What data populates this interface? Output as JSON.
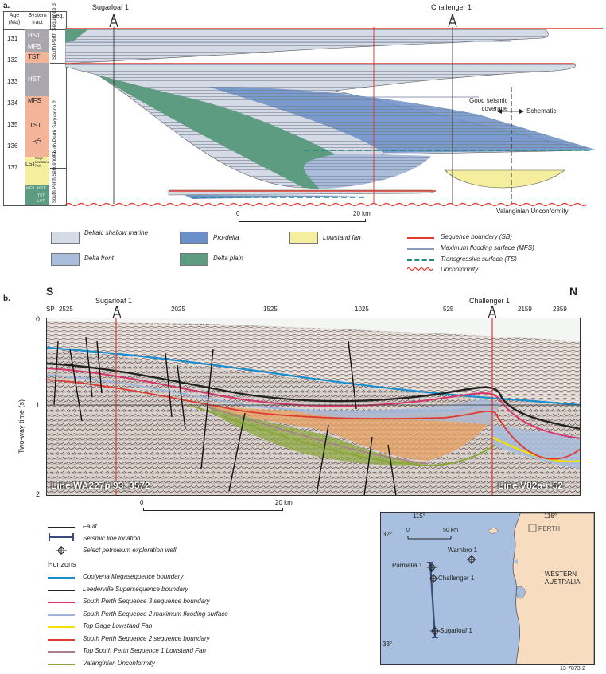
{
  "panel_a": {
    "label": "a.",
    "col_age": "Age\n(Ma)",
    "col_tract": "System\ntract",
    "col_seq": "Seq.",
    "ages": [
      "131",
      "132",
      "133",
      "134",
      "135",
      "136",
      "137"
    ],
    "tracts": [
      "HST",
      "MFS",
      "TST",
      "HST",
      "MFS",
      "TST",
      "TS",
      "LST"
    ],
    "seq3": "South Perth Sequence 3",
    "seq2": "South Perth Sequence 2",
    "seq1": "South Perth Sequence 1",
    "gage": "Gage Lowstand Fan",
    "small_mfs": "MFS",
    "small_hst": "HST",
    "small_tst": "TST",
    "small_lst": "LST",
    "wells": [
      "Sugarloaf 1",
      "Challenger 1"
    ],
    "good_seismic": "Good seismic\ncoverage",
    "schematic": "Schematic",
    "scale_zero": "0",
    "scale_km": "20 km",
    "unconformity": "Valanginian Unconformity"
  },
  "legend_a": {
    "deltaic": "Deltaic shallow marine",
    "delta_front": "Delta front",
    "pro_delta": "Pro-delta",
    "delta_plain": "Delta plain",
    "lowstand": "Lowstand fan",
    "sb": "Sequence boundary (SB)",
    "mfs": "Maximum flooding surface (MFS)",
    "ts": "Transgressive surface (TS)",
    "unc": "Unconformity"
  },
  "panel_b": {
    "label": "b.",
    "south": "S",
    "north": "N",
    "sp": "SP",
    "shot_points": [
      "2525",
      "2025",
      "1525",
      "1025",
      "525",
      "2159",
      "2359"
    ],
    "wells": [
      "Sugarloaf 1",
      "Challenger 1"
    ],
    "yaxis": "Two-way time (s)",
    "yticks": [
      "0",
      "1",
      "2"
    ],
    "line_left": "Line WA227p 93_3572",
    "line_right": "Line V82a-r-52",
    "scale_zero": "0",
    "scale_km": "20 km"
  },
  "legend_b": {
    "fault": "Fault",
    "seismic_line": "Seismic line location",
    "well": "Select petroleum exploration well",
    "horizons_title": "Horizons",
    "horizons": [
      {
        "name": "Coolyena Megasequence boundary",
        "color": "#1a8fd0"
      },
      {
        "name": "Leederville Supersequence boundary",
        "color": "#222222"
      },
      {
        "name": "South Perth Sequence 3 sequence boundary",
        "color": "#d8356e"
      },
      {
        "name": "South Perth Sequence 2 maximum flooding surface",
        "color": "#9fb6dc"
      },
      {
        "name": "Top Gage Lowstand Fan",
        "color": "#f2e200"
      },
      {
        "name": "South Perth Sequence 2 sequence boundary",
        "color": "#e03a2f"
      },
      {
        "name": "Top South Perth Sequence 1 Lowstand Fan",
        "color": "#b07a92"
      },
      {
        "name": "Valanginian Unconformity",
        "color": "#8aa83a"
      }
    ]
  },
  "map": {
    "lon1": "115°",
    "lon2": "116°",
    "lat1": "32°",
    "lat2": "33°",
    "scale_zero": "0",
    "scale_km": "50 km",
    "perth": "PERTH",
    "region": "WESTERN\nAUSTRALIA",
    "wells": [
      "Warnbro 1",
      "Parmelia 1",
      "Challenger 1",
      "Sugarloaf 1"
    ]
  },
  "figure_id": "13-7873-2",
  "colors": {
    "deltaic": "#d5dbe6",
    "delta_front": "#a9bcdc",
    "pro_delta": "#6a8fc9",
    "delta_plain": "#5e9c82",
    "lowstand": "#f5ee9e",
    "sb": "#e03a2f",
    "mfs": "#8c98b8",
    "ts": "#1f8a7a",
    "hst": "#a9a6ad",
    "tst": "#f3b59a",
    "sea": "#a9bfe0",
    "land": "#f7dcc0"
  }
}
